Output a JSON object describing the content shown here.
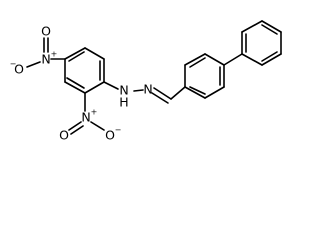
{
  "molecule": {
    "atom_labels": {
      "nitro_1_oxygen_left": "O",
      "nitro_1_oxygen_left_charge": "−",
      "nitro_1_nitrogen": "N",
      "nitro_1_nitrogen_charge": "+",
      "nitro_1_oxygen_top": "O",
      "nitro_2_oxygen_bottom": "O",
      "nitro_2_nitrogen": "N",
      "nitro_2_nitrogen_charge": "+",
      "nitro_2_oxygen_right": "O",
      "nitro_2_oxygen_right_charge": "−",
      "hydrazone_nh": "N",
      "hydrazone_h": "H",
      "hydrazone_n": "N"
    },
    "colors": {
      "bond": "#000000",
      "text": "#000000",
      "background": "#ffffff"
    }
  }
}
